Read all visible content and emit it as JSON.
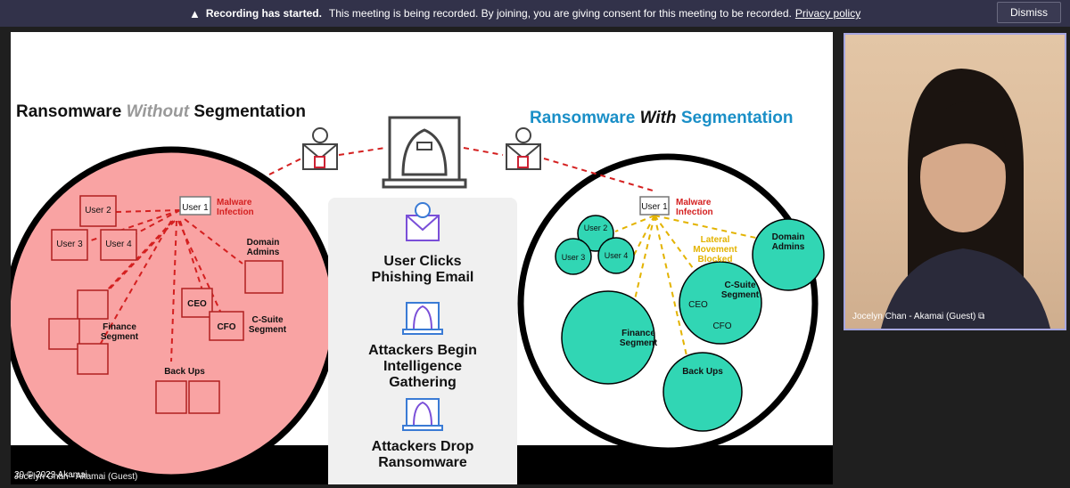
{
  "banner": {
    "icon": "warning-icon",
    "title": "Recording has started.",
    "message": "This meeting is being recorded. By joining, you are giving consent for this meeting to be recorded.",
    "privacy_link": "Privacy policy",
    "dismiss_label": "Dismiss"
  },
  "slide": {
    "left_title_1": "Ransomware",
    "left_title_2": "Without",
    "left_title_3": "Segmentation",
    "right_title_1": "Ransomware",
    "right_title_2": "With",
    "right_title_3": "Segmentation",
    "malware_line1": "Malware",
    "malware_line2": "Infection",
    "user1": "User 1",
    "user2": "User 2",
    "user3": "User 3",
    "user4": "User 4",
    "domain_admins_1": "Domain",
    "domain_admins_2": "Admins",
    "ceo": "CEO",
    "cfo": "CFO",
    "csuite_1": "C-Suite",
    "csuite_2": "Segment",
    "finance_1": "Finance",
    "finance_2": "Segment",
    "backups": "Back Ups",
    "lateral_1": "Lateral",
    "lateral_2": "Movement",
    "lateral_3": "Blocked",
    "step1_l1": "User Clicks",
    "step1_l2": "Phishing Email",
    "step2_l1": "Attackers Begin",
    "step2_l2": "Intelligence",
    "step2_l3": "Gathering",
    "step3_l1": "Attackers Drop",
    "step3_l2": "Ransomware",
    "footer_caption": "20    © 2022 Akamai"
  },
  "share_label": "Jocelyn Chan - Akamai (Guest)",
  "participant": {
    "name": "Jocelyn Chan - Akamai (Guest)",
    "status_icon": "screen-share-icon"
  },
  "colors": {
    "banner_bg": "#32324a",
    "left_circle_fill": "#f9a3a3",
    "right_node_fill": "#31d6b4",
    "accent_blue": "#1a8fc7",
    "infection_red": "#d42020",
    "lateral_yellow": "#e3b300"
  }
}
